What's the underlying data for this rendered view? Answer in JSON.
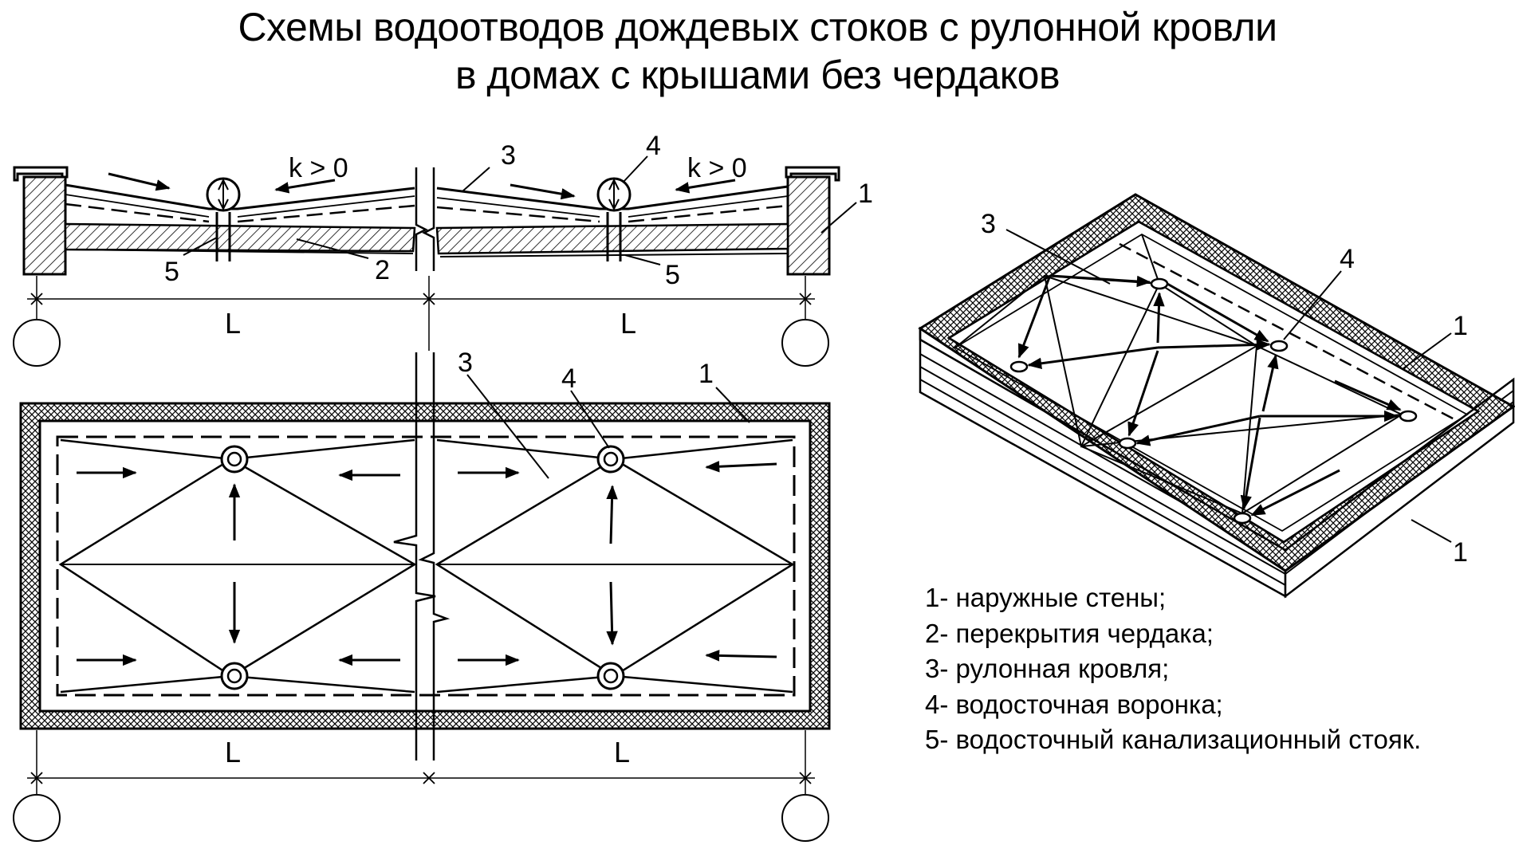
{
  "title": {
    "line1": "Схемы водоотводов дождевых стоков с рулонной кровли",
    "line2": "в домах с  крышами без чердаков"
  },
  "section": {
    "slope_label_left": "k > 0",
    "slope_label_right": "k > 0",
    "callouts": {
      "c1": "1",
      "c2": "2",
      "c3": "3",
      "c4": "4",
      "c5a": "5",
      "c5b": "5"
    },
    "span_left": "L",
    "span_right": "L"
  },
  "plan": {
    "callouts": {
      "c1": "1",
      "c3": "3",
      "c4": "4"
    },
    "span_left": "L",
    "span_right": "L"
  },
  "isometric": {
    "callouts": {
      "c3": "3",
      "c4": "4",
      "c1a": "1",
      "c1b": "1"
    }
  },
  "legend": [
    "1- наружные стены;",
    "2- перекрытия чердака;",
    "3- рулонная кровля;",
    "4- водосточная воронка;",
    "5- водосточный канализационный стояк."
  ]
}
